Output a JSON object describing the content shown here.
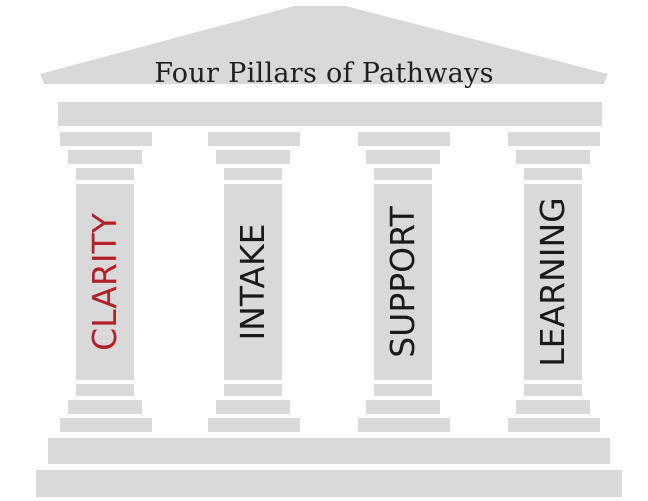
{
  "title": "Four Pillars of Pathways",
  "pillars": [
    {
      "label": "CLARITY",
      "color": "#b3202a"
    },
    {
      "label": "INTAKE",
      "color": "#1a1a1a"
    },
    {
      "label": "SUPPORT",
      "color": "#1a1a1a"
    },
    {
      "label": "LEARNING",
      "color": "#1a1a1a"
    }
  ],
  "colors": {
    "stone": "#d9d9d9",
    "background": "#ffffff"
  }
}
